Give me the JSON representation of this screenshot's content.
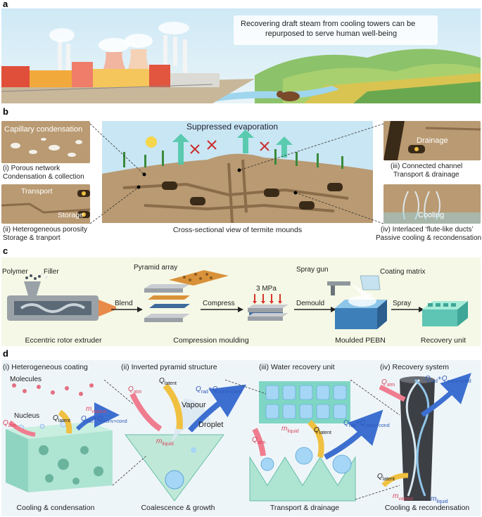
{
  "panel_a": {
    "letter": "a",
    "caption_line1": "Recovering draft steam from cooling towers can be",
    "caption_line2": "repurposed to serve human well-being"
  },
  "panel_b": {
    "letter": "b",
    "title": "Suppressed evaporation",
    "inset1_text": "Capillary condensation",
    "inset1_label_line1": "(i)  Porous network",
    "inset1_label_line2": "Condensation & collection",
    "inset2_text_transport": "Transport",
    "inset2_text_storage": "Storage",
    "inset2_label_line1": "(ii)  Heterogeneous porosity",
    "inset2_label_line2": "Storage & tranport",
    "center_caption": "Cross-sectional view of termite mounds",
    "inset3_text": "Drainage",
    "inset3_label_line1": "(iii)  Connected channel",
    "inset3_label_line2": "Transport & drainage",
    "inset4_text": "Cooling",
    "inset4_label_line1": "(iv)  Interlaced ‘flute-like ducts’",
    "inset4_label_line2": "Passive cooling & recondensation"
  },
  "panel_c": {
    "letter": "c",
    "polymer": "Polymer",
    "filler": "Filler",
    "blend": "Blend",
    "pyramid_array": "Pyramid array",
    "compress": "Compress",
    "pressure": "3 MPa",
    "demould": "Demould",
    "spray_gun": "Spray gun",
    "coating_matrix": "Coating matrix",
    "spray": "Spray",
    "cap_extruder": "Eccentric rotor extruder",
    "cap_compression": "Compression moulding",
    "cap_moulded": "Moulded PEBN",
    "cap_recovery": "Recovery unit"
  },
  "panel_d": {
    "letter": "d",
    "t1": "(i) Heterogeneous coating",
    "t2": "(ii) Inverted pyramid structure",
    "t3": "(iii) Water recovery unit",
    "t4": "(iv) Recovery system",
    "molecules": "Molecules",
    "nucleus": "Nucleus",
    "vapour": "Vapour",
    "droplet": "Droplet",
    "q": "Q",
    "sub_atm": "atm",
    "sub_latent": "latent",
    "sub_rad": "rad",
    "sub_conv": "conv+cond",
    "m": "m",
    "sub_vapour": "vapour",
    "sub_liquid": "liquid",
    "plus": "+",
    "cap1": "Cooling & condensation",
    "cap2": "Coalescence & growth",
    "cap3": "Transport & drainage",
    "cap4": "Cooling & recondensation"
  },
  "colors": {
    "sky": "#bfe4f5",
    "soil": "#b99a72",
    "soil_dark": "#8a6c4a",
    "mint": "#bfe8d8",
    "teal": "#5ec4b4",
    "arrow_blue": "#3d6fd1",
    "arrow_pink": "#ef7d8f",
    "arrow_yellow": "#f0c040",
    "panel_c_bg": "#f6f8e8",
    "panel_d_bg": "#eef5f8"
  }
}
